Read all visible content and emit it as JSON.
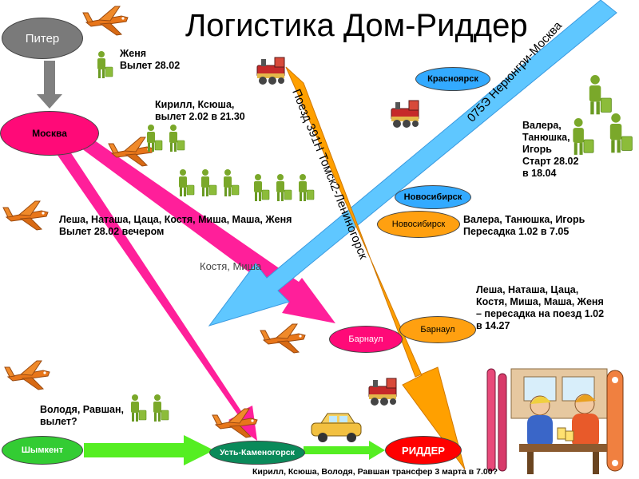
{
  "title": "Логистика Дом-Риддер",
  "nodes": {
    "piter": "Питер",
    "moskva": "Москва",
    "krasnoyarsk": "Красноярск",
    "novosibirsk_a": "Новосибирск",
    "novosibirsk_b": "Новосибирск",
    "barnaul_a": "Барнаул",
    "barnaul_b": "Барнаул",
    "shymkent": "Шымкент",
    "ust_kamenogorsk": "Усть-Каменогорск",
    "ridder": "РИДДЕР"
  },
  "routes": {
    "flight_blue": "075Э Нерюнгри-Москва",
    "train_orange": "Поезд 391Н Томск2-Лениногорск"
  },
  "notes": {
    "zhenya": [
      "Женя",
      "Вылет 28.02"
    ],
    "kirill": [
      "Кирилл, Ксюша,",
      "вылет 2.02 в 21.30"
    ],
    "group": [
      "Леша, Наташа, Цаца, Костя, Миша, Маша, Женя",
      "Вылет 28.02 вечером"
    ],
    "valera_start": [
      "Валера,",
      "Танюшка,",
      "Игорь",
      "Старт 28.02",
      "в 18.04"
    ],
    "valera_transfer": [
      "Валера, Танюшка, Игорь",
      "Пересадка 1.02 в 7.05"
    ],
    "group_transfer": [
      "Леша, Наташа, Цаца,",
      "Костя, Миша, Маша, Женя",
      "– пересадка на поезд 1.02",
      "в 14.27"
    ],
    "volodya": [
      "Володя, Равшан,",
      "вылет?"
    ],
    "kostya_misha": "Костя, Миша",
    "transfer": "Кирилл, Ксюша, Володя, Равшан трансфер 3 марта в 7.00?"
  },
  "colors": {
    "piter": "#7a7a7a",
    "moskva": "#ff0a78",
    "city_blue": "#33aaff",
    "city_orange": "#ffa010",
    "barnaul_pink": "#ff0a78",
    "shymkent": "#33cc33",
    "ust_kamenogorsk": "#0a8a5a",
    "ridder": "#ff0000",
    "arrow_pink": "#ff1f9a",
    "arrow_blue": "#5fc7ff",
    "arrow_orange": "#ffa000",
    "arrow_green": "#55ee22",
    "arrow_gray": "#808080"
  }
}
